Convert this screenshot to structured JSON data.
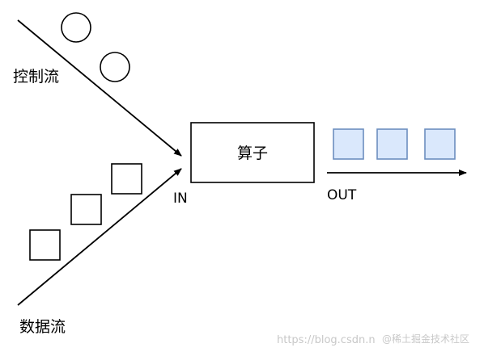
{
  "labels": {
    "control_flow": "控制流",
    "data_flow": "数据流",
    "operator": "算子",
    "in": "IN",
    "out": "OUT"
  },
  "watermark": {
    "url": "https://blog.csdn.n",
    "brand": "@稀土掘金技术社区"
  },
  "colors": {
    "stroke": "#000000",
    "output_fill": "#dae8fc",
    "output_stroke": "#6c8ebf",
    "background": "#ffffff",
    "watermark": "#c8c8c8"
  }
}
